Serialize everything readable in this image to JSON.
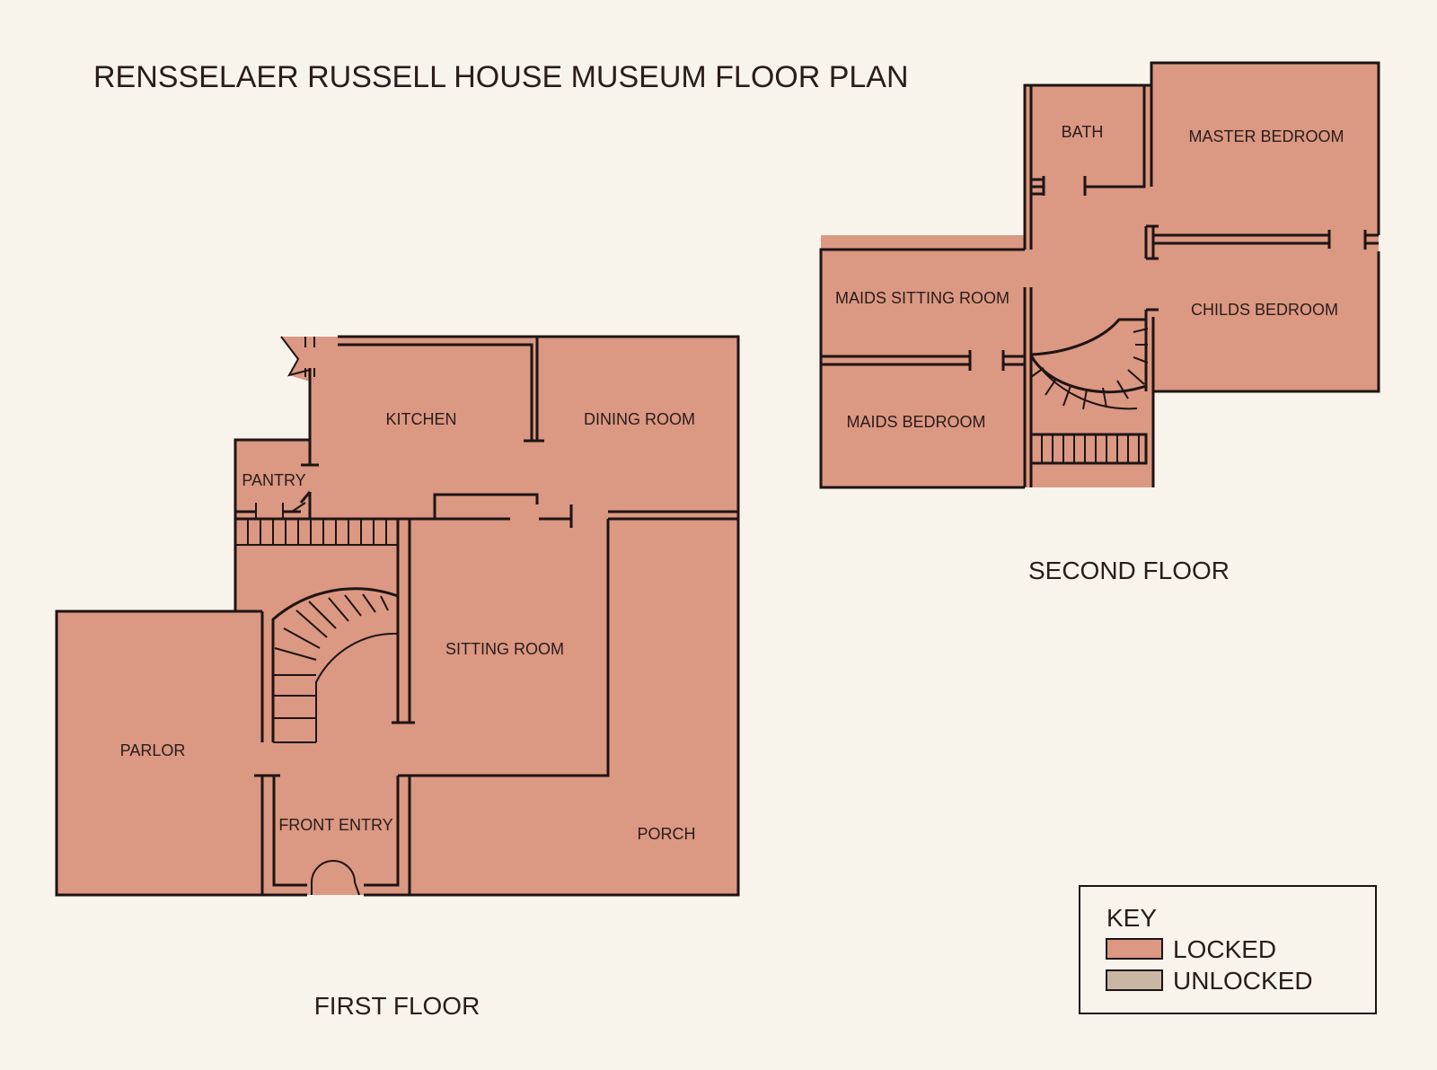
{
  "title": "RENSSELAER RUSSELL HOUSE MUSEUM FLOOR PLAN",
  "first_floor": {
    "label": "FIRST FLOOR",
    "rooms": [
      "KITCHEN",
      "DINING ROOM",
      "PANTRY",
      "SITTING ROOM",
      "PARLOR",
      "FRONT ENTRY",
      "PORCH"
    ]
  },
  "second_floor": {
    "label": "SECOND FLOOR",
    "rooms": [
      "BATH",
      "MASTER BEDROOM",
      "MAIDS SITTING ROOM",
      "CHILDS BEDROOM",
      "MAIDS BEDROOM"
    ]
  },
  "key": {
    "title": "KEY",
    "items": [
      {
        "label": "LOCKED",
        "color": "#db9882"
      },
      {
        "label": "UNLOCKED",
        "color": "#c8b6a2"
      }
    ]
  },
  "colors": {
    "locked": "#db9882",
    "unlocked": "#c8b6a2",
    "wall": "#1e1413",
    "background": "#f8f4ec"
  }
}
